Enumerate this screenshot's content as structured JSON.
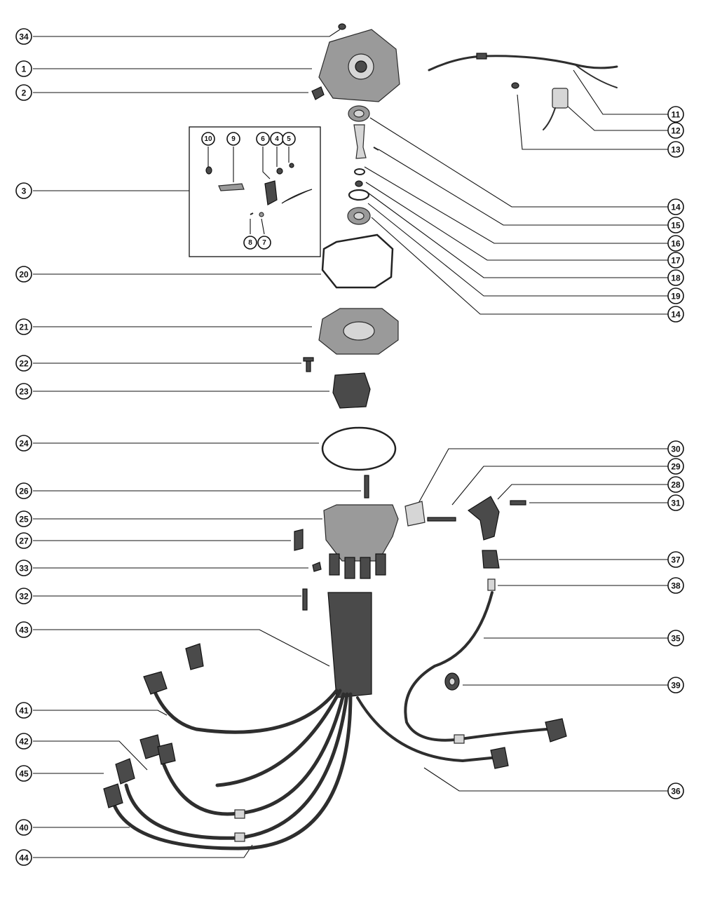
{
  "callouts": [
    {
      "id": "c34",
      "label": "34"
    },
    {
      "id": "c1",
      "label": "1"
    },
    {
      "id": "c2",
      "label": "2"
    },
    {
      "id": "c3",
      "label": "3"
    },
    {
      "id": "c20",
      "label": "20"
    },
    {
      "id": "c21",
      "label": "21"
    },
    {
      "id": "c22",
      "label": "22"
    },
    {
      "id": "c23",
      "label": "23"
    },
    {
      "id": "c24",
      "label": "24"
    },
    {
      "id": "c26",
      "label": "26"
    },
    {
      "id": "c25",
      "label": "25"
    },
    {
      "id": "c27",
      "label": "27"
    },
    {
      "id": "c33",
      "label": "33"
    },
    {
      "id": "c32",
      "label": "32"
    },
    {
      "id": "c43",
      "label": "43"
    },
    {
      "id": "c41",
      "label": "41"
    },
    {
      "id": "c42",
      "label": "42"
    },
    {
      "id": "c45",
      "label": "45"
    },
    {
      "id": "c40",
      "label": "40"
    },
    {
      "id": "c44",
      "label": "44"
    },
    {
      "id": "c11",
      "label": "11"
    },
    {
      "id": "c12",
      "label": "12"
    },
    {
      "id": "c13",
      "label": "13"
    },
    {
      "id": "c14a",
      "label": "14"
    },
    {
      "id": "c15",
      "label": "15"
    },
    {
      "id": "c16",
      "label": "16"
    },
    {
      "id": "c17",
      "label": "17"
    },
    {
      "id": "c18",
      "label": "18"
    },
    {
      "id": "c19",
      "label": "19"
    },
    {
      "id": "c14b",
      "label": "14"
    },
    {
      "id": "c30",
      "label": "30"
    },
    {
      "id": "c29",
      "label": "29"
    },
    {
      "id": "c28",
      "label": "28"
    },
    {
      "id": "c31",
      "label": "31"
    },
    {
      "id": "c37",
      "label": "37"
    },
    {
      "id": "c38",
      "label": "38"
    },
    {
      "id": "c35",
      "label": "35"
    },
    {
      "id": "c39",
      "label": "39"
    },
    {
      "id": "c36",
      "label": "36"
    },
    {
      "id": "c10",
      "label": "10"
    },
    {
      "id": "c9",
      "label": "9"
    },
    {
      "id": "c6",
      "label": "6"
    },
    {
      "id": "c4",
      "label": "4"
    },
    {
      "id": "c5",
      "label": "5"
    },
    {
      "id": "c8",
      "label": "8"
    },
    {
      "id": "c7",
      "label": "7"
    }
  ]
}
